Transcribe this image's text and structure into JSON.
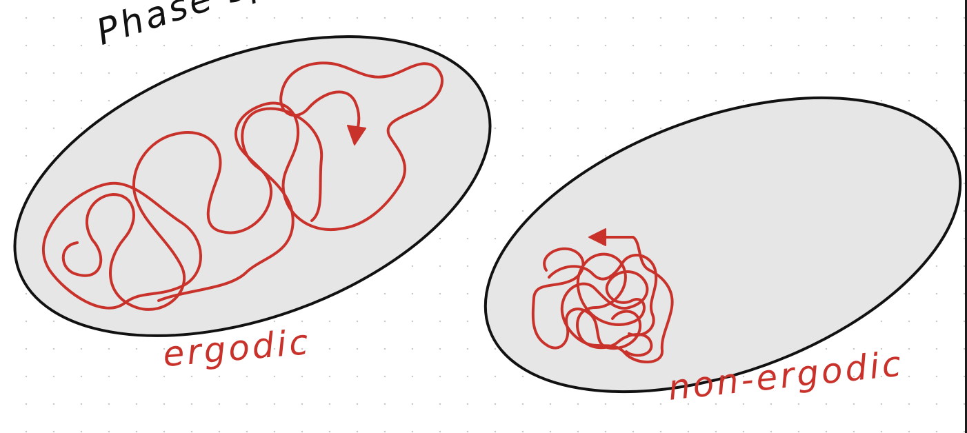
{
  "labels": {
    "phase_space": "Phase space",
    "ergodic": "ergodic",
    "non_ergodic": "non-ergodic"
  },
  "colors": {
    "outline": "#111111",
    "region_fill": "#e6e6e6",
    "trajectory": "#c8322a",
    "background": "#ffffff",
    "grid_dot": "#c9c9c9"
  }
}
